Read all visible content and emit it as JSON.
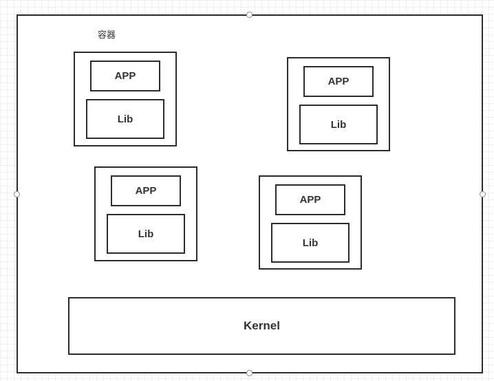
{
  "diagram": {
    "title": "容器",
    "containers": [
      {
        "app_label": "APP",
        "lib_label": "Lib"
      },
      {
        "app_label": "APP",
        "lib_label": "Lib"
      },
      {
        "app_label": "APP",
        "lib_label": "Lib"
      },
      {
        "app_label": "APP",
        "lib_label": "Lib"
      }
    ],
    "kernel_label": "Kernel"
  }
}
